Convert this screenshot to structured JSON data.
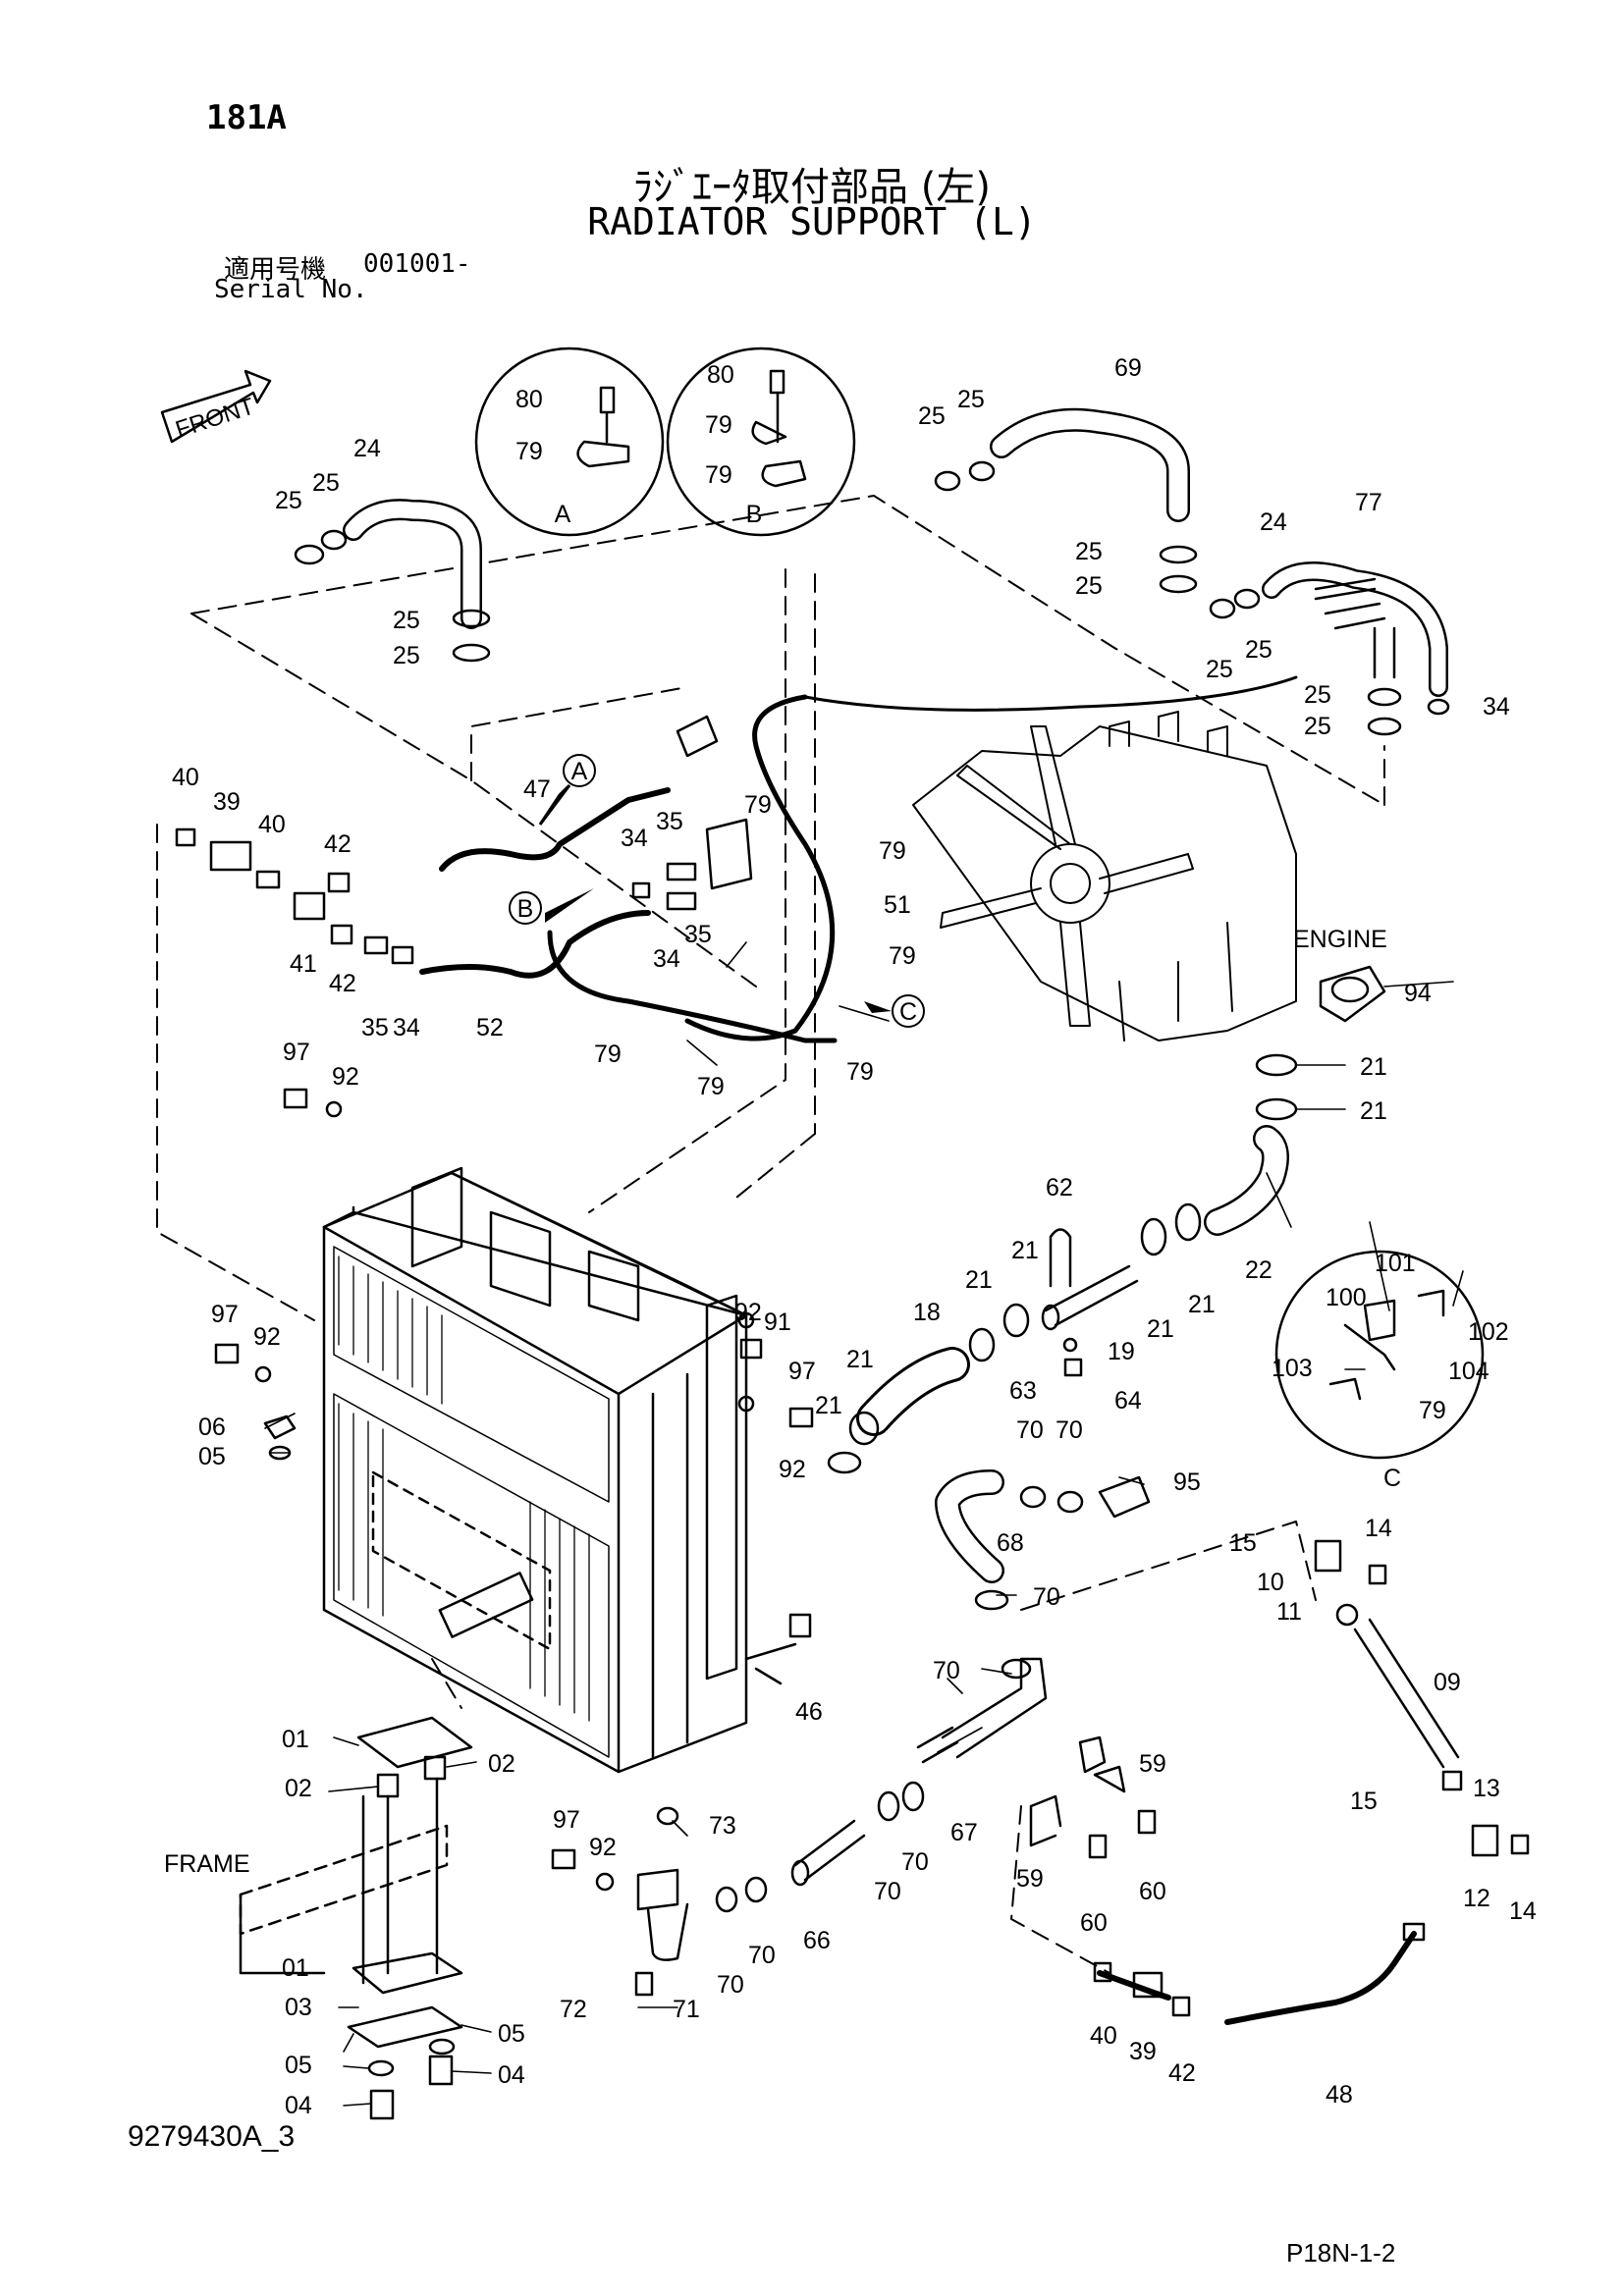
{
  "header": {
    "page_code": "181A",
    "title_jp": "ﾗｼﾞｴｰﾀ取付部品 (左)",
    "title_en": "RADIATOR SUPPORT (L)",
    "serial_label_jp": "適用号機",
    "serial_value": "001001-",
    "serial_label_en": "Serial No."
  },
  "footer": {
    "drawing_number": "9279430A_3",
    "page_reference": "P18N-1-2"
  },
  "callouts": {
    "front": "FRONT",
    "engine": "ENGINE",
    "frame": "FRAME",
    "detail_a": "A",
    "detail_b": "B",
    "detail_c": "C"
  },
  "part_labels": [
    "01",
    "02",
    "03",
    "04",
    "05",
    "06",
    "09",
    "10",
    "11",
    "12",
    "13",
    "14",
    "15",
    "18",
    "19",
    "21",
    "22",
    "24",
    "25",
    "34",
    "35",
    "39",
    "40",
    "41",
    "42",
    "46",
    "47",
    "48",
    "51",
    "52",
    "59",
    "60",
    "62",
    "63",
    "64",
    "66",
    "67",
    "68",
    "69",
    "70",
    "71",
    "72",
    "73",
    "77",
    "79",
    "80",
    "91",
    "92",
    "94",
    "95",
    "97",
    "100",
    "101",
    "102",
    "103",
    "104"
  ]
}
